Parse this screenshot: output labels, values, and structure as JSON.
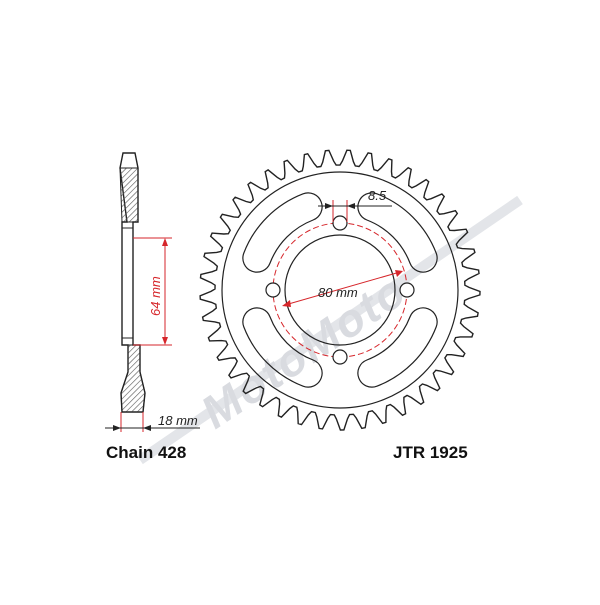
{
  "part_number": "JTR 1925",
  "chain_label": "Chain 428",
  "watermark": "MotoMoto",
  "dimensions": {
    "pcd": "80 mm",
    "hole": "8.5",
    "width": "64 mm",
    "offset": "18 mm"
  },
  "sprocket": {
    "teeth": 41,
    "bolt_holes": 4,
    "lightening_windows": 4
  },
  "colors": {
    "outline": "#222222",
    "dimension": "#d6262b",
    "watermark": "#d9dbe0",
    "hatch": "#666666"
  }
}
